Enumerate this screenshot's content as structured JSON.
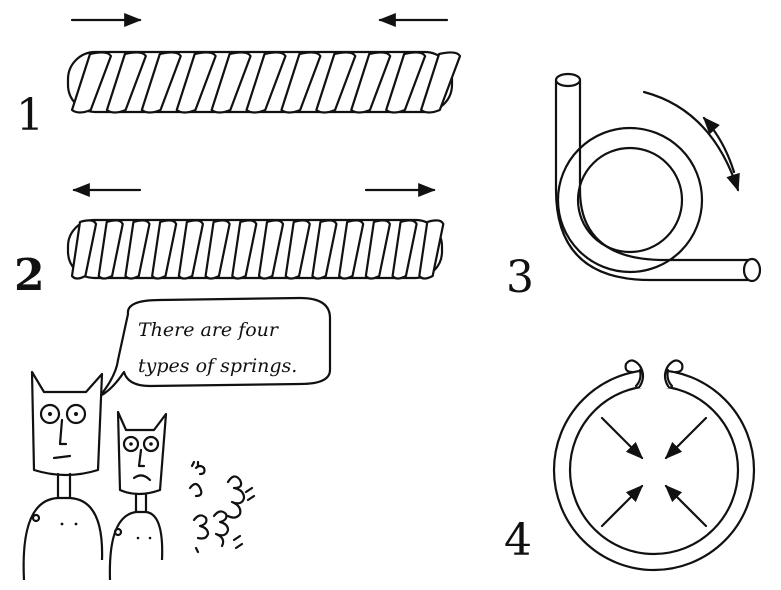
{
  "panels": [
    {
      "id": "compression",
      "number": "1"
    },
    {
      "id": "extension",
      "number": "2"
    },
    {
      "id": "torsion",
      "number": "3"
    },
    {
      "id": "constant-force",
      "number": "4"
    }
  ],
  "comic": {
    "speech_line1": "There are four",
    "speech_line2": "types of springs."
  },
  "colors": {
    "ink": "#111111",
    "paper": "#ffffff"
  }
}
